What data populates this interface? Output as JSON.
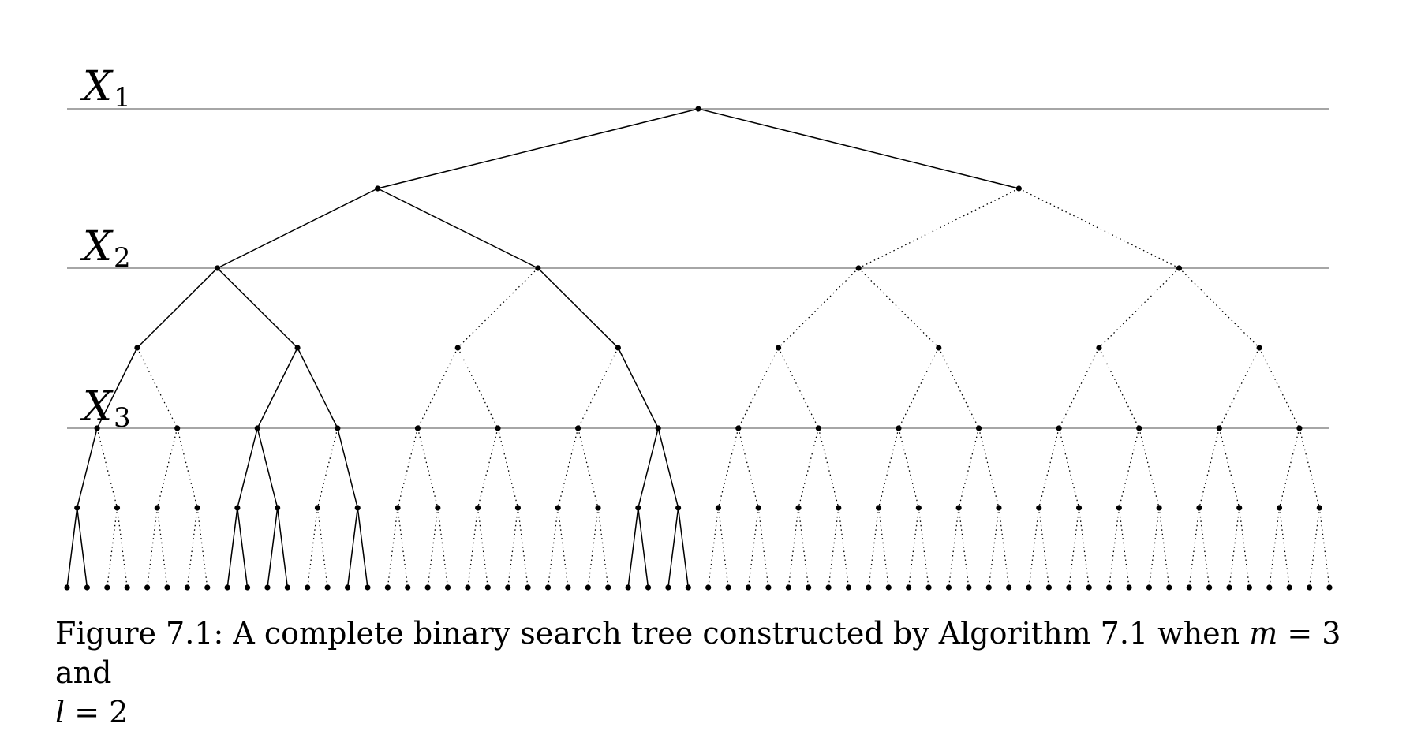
{
  "diagram": {
    "level_labels": [
      {
        "letter": "X",
        "subscript": "1"
      },
      {
        "letter": "X",
        "subscript": "2"
      },
      {
        "letter": "X",
        "subscript": "3"
      }
    ],
    "depth": 6,
    "dotted_nodes": [
      [
        2,
        2
      ],
      [
        2,
        3
      ],
      [
        3,
        2
      ],
      [
        3,
        4
      ],
      [
        3,
        6
      ],
      [
        4,
        1
      ],
      [
        4,
        6
      ],
      [
        4,
        13
      ],
      [
        5,
        1
      ],
      [
        5,
        6
      ],
      [
        5,
        13
      ],
      [
        5,
        23
      ]
    ],
    "colors": {
      "line": "#000000",
      "level_line": "#888888",
      "node": "#000000"
    }
  },
  "caption": {
    "line1": "Figure 7.1: A complete binary search tree constructed by Algorithm 7.1 when ",
    "m": "m",
    "eq1": " = 3 and",
    "l": "l",
    "eq2": " = 2"
  }
}
